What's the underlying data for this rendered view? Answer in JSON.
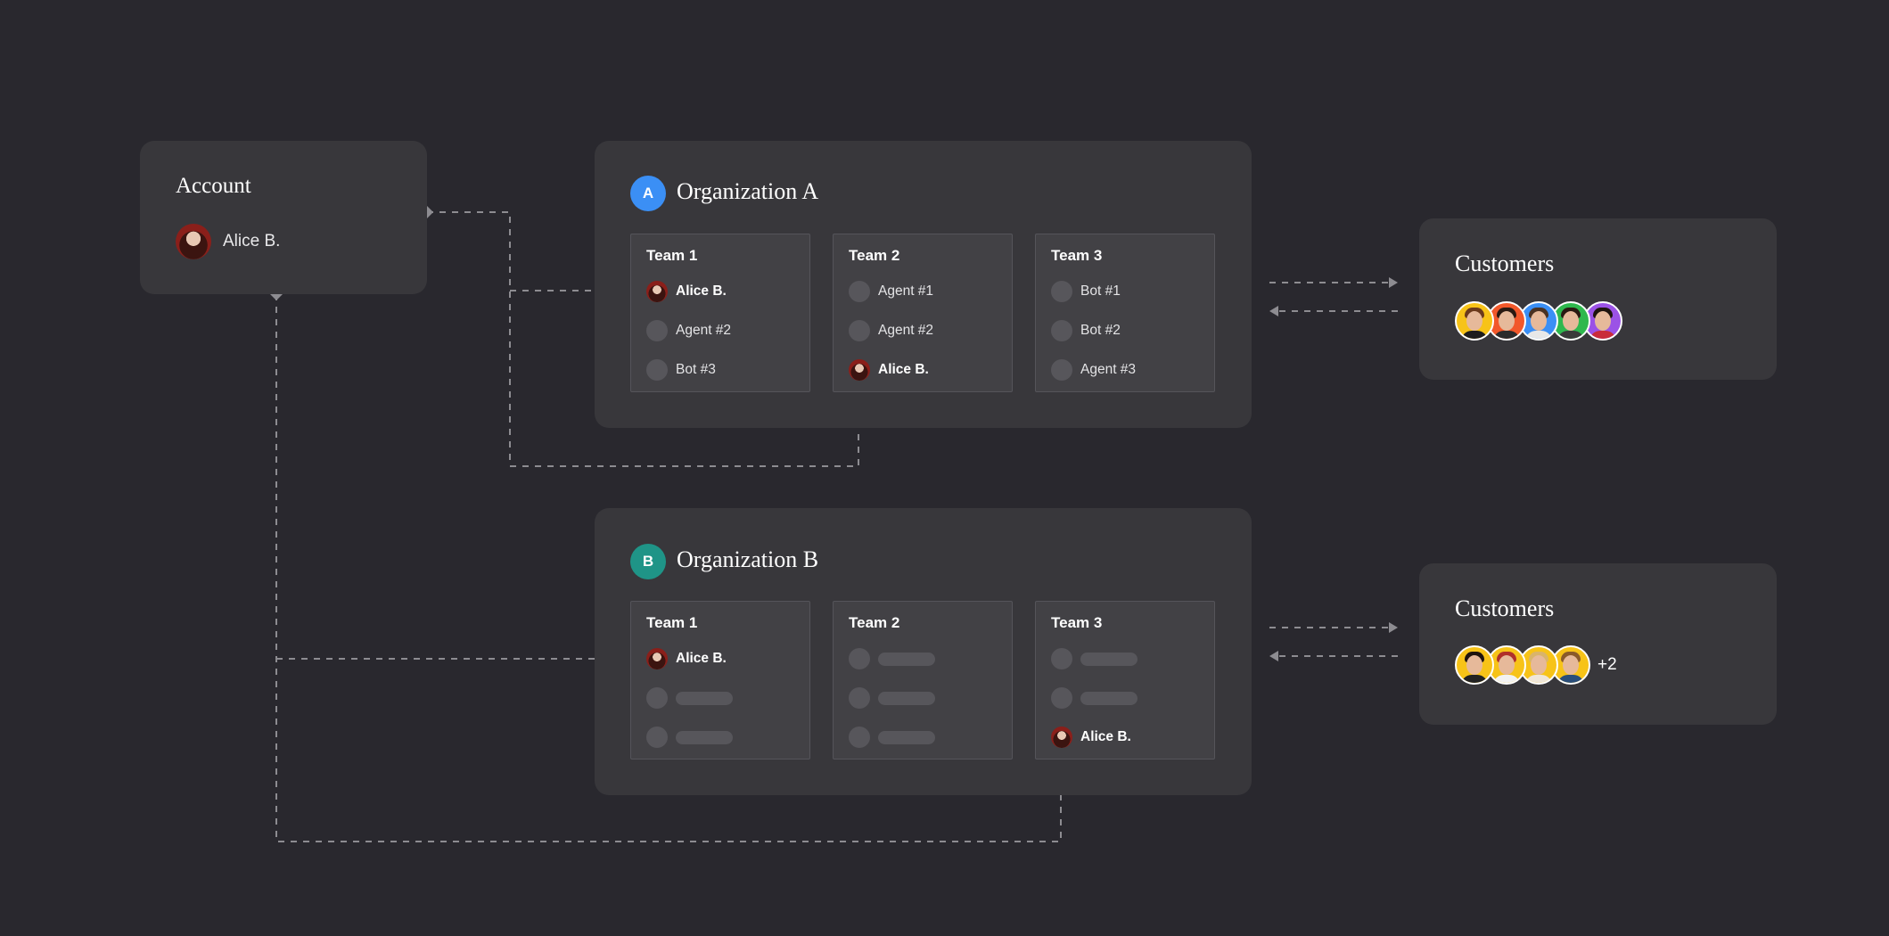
{
  "account": {
    "title": "Account",
    "user_name": "Alice B."
  },
  "organizations": [
    {
      "badge": "A",
      "badge_color": "#3b8ff5",
      "title": "Organization A",
      "teams": [
        {
          "title": "Team 1",
          "members": [
            {
              "label": "Alice B.",
              "type": "alice"
            },
            {
              "label": "Agent #2",
              "type": "agent"
            },
            {
              "label": "Bot #3",
              "type": "agent"
            }
          ]
        },
        {
          "title": "Team 2",
          "members": [
            {
              "label": "Agent #1",
              "type": "agent"
            },
            {
              "label": "Agent #2",
              "type": "agent"
            },
            {
              "label": "Alice B.",
              "type": "alice"
            }
          ]
        },
        {
          "title": "Team 3",
          "members": [
            {
              "label": "Bot #1",
              "type": "agent"
            },
            {
              "label": "Bot #2",
              "type": "agent"
            },
            {
              "label": "Agent #3",
              "type": "agent"
            }
          ]
        }
      ]
    },
    {
      "badge": "B",
      "badge_color": "#1f9487",
      "title": "Organization B",
      "teams": [
        {
          "title": "Team 1",
          "members": [
            {
              "label": "Alice B.",
              "type": "alice"
            },
            {
              "label": "",
              "type": "placeholder"
            },
            {
              "label": "",
              "type": "placeholder"
            }
          ]
        },
        {
          "title": "Team 2",
          "members": [
            {
              "label": "",
              "type": "placeholder"
            },
            {
              "label": "",
              "type": "placeholder"
            },
            {
              "label": "",
              "type": "placeholder"
            }
          ]
        },
        {
          "title": "Team 3",
          "members": [
            {
              "label": "",
              "type": "placeholder"
            },
            {
              "label": "",
              "type": "placeholder"
            },
            {
              "label": "Alice B.",
              "type": "alice"
            }
          ]
        }
      ]
    }
  ],
  "customers": [
    {
      "title": "Customers",
      "avatar_colors": [
        "#f7c318",
        "#f2582a",
        "#3b8ff5",
        "#2fb84e",
        "#9b52e6"
      ],
      "more_label": ""
    },
    {
      "title": "Customers",
      "avatar_colors": [
        "#f7c318",
        "#f7c318",
        "#f7c318",
        "#f7c318"
      ],
      "more_label": "+2"
    }
  ],
  "colors": {
    "background": "#29282e",
    "card": "#38373b",
    "team": "#424145",
    "connector": "#8d8c91"
  }
}
